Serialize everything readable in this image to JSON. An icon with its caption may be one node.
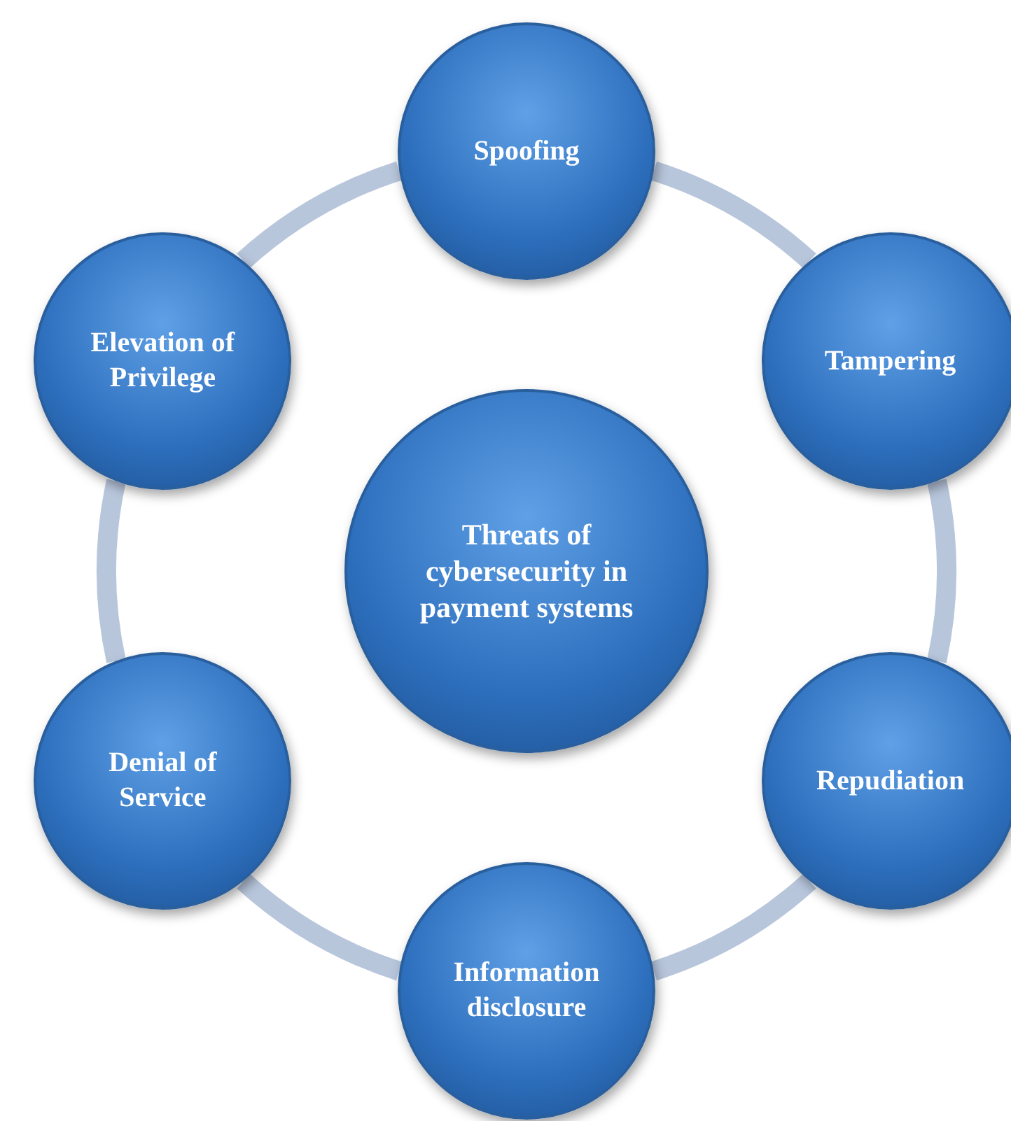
{
  "diagram": {
    "nodes": [
      {
        "text": [
          "Threats of cybersecurity in payment systems"
        ]
      },
      {
        "text": [
          "Spoofing"
        ]
      },
      {
        "text": [
          "Tampering"
        ]
      },
      {
        "text": [
          "Repudiation"
        ]
      },
      {
        "text": [
          "Information disclosure"
        ]
      },
      {
        "text": [
          "Denial of Service"
        ]
      },
      {
        "text": [
          "Elevation of Privilege"
        ]
      }
    ],
    "edges": [
      {
        "from": 1,
        "to": 2,
        "arrow": "none"
      },
      {
        "from": 2,
        "to": 3,
        "arrow": "none"
      },
      {
        "from": 3,
        "to": 4,
        "arrow": "none"
      },
      {
        "from": 4,
        "to": 5,
        "arrow": "none"
      },
      {
        "from": 5,
        "to": 6,
        "arrow": "none"
      },
      {
        "from": 6,
        "to": 1,
        "arrow": "none"
      }
    ]
  }
}
